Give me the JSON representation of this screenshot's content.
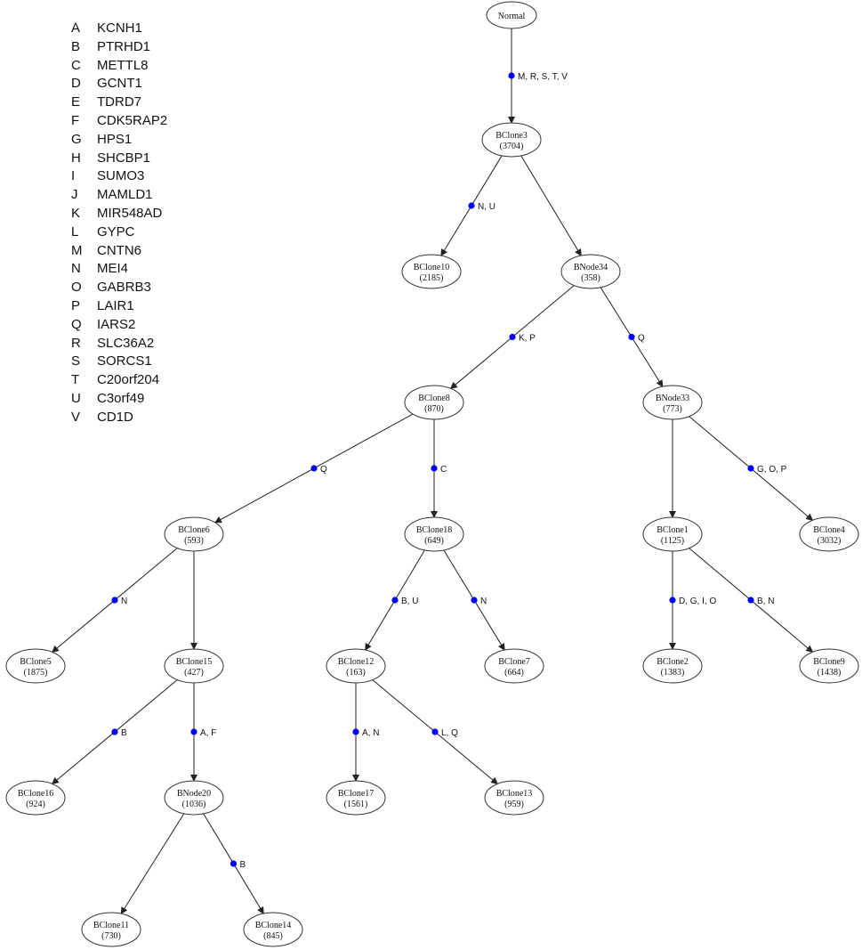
{
  "legend": [
    {
      "key": "A",
      "gene": "KCNH1"
    },
    {
      "key": "B",
      "gene": "PTRHD1"
    },
    {
      "key": "C",
      "gene": "METTL8"
    },
    {
      "key": "D",
      "gene": "GCNT1"
    },
    {
      "key": "E",
      "gene": "TDRD7"
    },
    {
      "key": "F",
      "gene": "CDK5RAP2"
    },
    {
      "key": "G",
      "gene": "HPS1"
    },
    {
      "key": "H",
      "gene": "SHCBP1"
    },
    {
      "key": "I",
      "gene": "SUMO3"
    },
    {
      "key": "J",
      "gene": "MAMLD1"
    },
    {
      "key": "K",
      "gene": "MIR548AD"
    },
    {
      "key": "L",
      "gene": "GYPC"
    },
    {
      "key": "M",
      "gene": "CNTN6"
    },
    {
      "key": "N",
      "gene": "MEI4"
    },
    {
      "key": "O",
      "gene": "GABRB3"
    },
    {
      "key": "P",
      "gene": "LAIR1"
    },
    {
      "key": "Q",
      "gene": "IARS2"
    },
    {
      "key": "R",
      "gene": "SLC36A2"
    },
    {
      "key": "S",
      "gene": "SORCS1"
    },
    {
      "key": "T",
      "gene": "C20orf204"
    },
    {
      "key": "U",
      "gene": "C3orf49"
    },
    {
      "key": "V",
      "gene": "CD1D"
    }
  ],
  "dot_color": "#0000ff",
  "nodes": [
    {
      "id": "Normal",
      "label": "Normal",
      "count": ""
    },
    {
      "id": "BClone3",
      "label": "BClone3",
      "count": "(3704)"
    },
    {
      "id": "BClone10",
      "label": "BClone10",
      "count": "(2185)"
    },
    {
      "id": "BNode34",
      "label": "BNode34",
      "count": "(358)"
    },
    {
      "id": "BClone8",
      "label": "BClone8",
      "count": "(870)"
    },
    {
      "id": "BNode33",
      "label": "BNode33",
      "count": "(773)"
    },
    {
      "id": "BClone6",
      "label": "BClone6",
      "count": "(593)"
    },
    {
      "id": "BClone18",
      "label": "BClone18",
      "count": "(649)"
    },
    {
      "id": "BClone1",
      "label": "BClone1",
      "count": "(1125)"
    },
    {
      "id": "BClone4",
      "label": "BClone4",
      "count": "(3032)"
    },
    {
      "id": "BClone5",
      "label": "BClone5",
      "count": "(1875)"
    },
    {
      "id": "BClone15",
      "label": "BClone15",
      "count": "(427)"
    },
    {
      "id": "BClone12",
      "label": "BClone12",
      "count": "(163)"
    },
    {
      "id": "BClone7",
      "label": "BClone7",
      "count": "(664)"
    },
    {
      "id": "BClone2",
      "label": "BClone2",
      "count": "(1383)"
    },
    {
      "id": "BClone9",
      "label": "BClone9",
      "count": "(1438)"
    },
    {
      "id": "BClone16",
      "label": "BClone16",
      "count": "(924)"
    },
    {
      "id": "BNode20",
      "label": "BNode20",
      "count": "(1036)"
    },
    {
      "id": "BClone17",
      "label": "BClone17",
      "count": "(1561)"
    },
    {
      "id": "BClone13",
      "label": "BClone13",
      "count": "(959)"
    },
    {
      "id": "BClone11",
      "label": "BClone11",
      "count": "(730)"
    },
    {
      "id": "BClone14",
      "label": "BClone14",
      "count": "(845)"
    }
  ],
  "edges": [
    {
      "from": "Normal",
      "to": "BClone3",
      "label": "M, R, S, T, V"
    },
    {
      "from": "BClone3",
      "to": "BClone10",
      "label": "N, U"
    },
    {
      "from": "BClone3",
      "to": "BNode34",
      "label": ""
    },
    {
      "from": "BNode34",
      "to": "BClone8",
      "label": "K, P"
    },
    {
      "from": "BNode34",
      "to": "BNode33",
      "label": "Q"
    },
    {
      "from": "BClone8",
      "to": "BClone6",
      "label": "Q"
    },
    {
      "from": "BClone8",
      "to": "BClone18",
      "label": "C"
    },
    {
      "from": "BNode33",
      "to": "BClone1",
      "label": ""
    },
    {
      "from": "BNode33",
      "to": "BClone4",
      "label": "G, O, P"
    },
    {
      "from": "BClone6",
      "to": "BClone5",
      "label": "N"
    },
    {
      "from": "BClone6",
      "to": "BClone15",
      "label": ""
    },
    {
      "from": "BClone18",
      "to": "BClone12",
      "label": "B, U"
    },
    {
      "from": "BClone18",
      "to": "BClone7",
      "label": "N"
    },
    {
      "from": "BClone1",
      "to": "BClone2",
      "label": "D, G, I, O"
    },
    {
      "from": "BClone1",
      "to": "BClone9",
      "label": "B, N"
    },
    {
      "from": "BClone15",
      "to": "BClone16",
      "label": "B"
    },
    {
      "from": "BClone15",
      "to": "BNode20",
      "label": "A, F"
    },
    {
      "from": "BClone12",
      "to": "BClone17",
      "label": "A, N"
    },
    {
      "from": "BClone12",
      "to": "BClone13",
      "label": "L, Q"
    },
    {
      "from": "BNode20",
      "to": "BClone11",
      "label": ""
    },
    {
      "from": "BNode20",
      "to": "BClone14",
      "label": "B"
    }
  ]
}
